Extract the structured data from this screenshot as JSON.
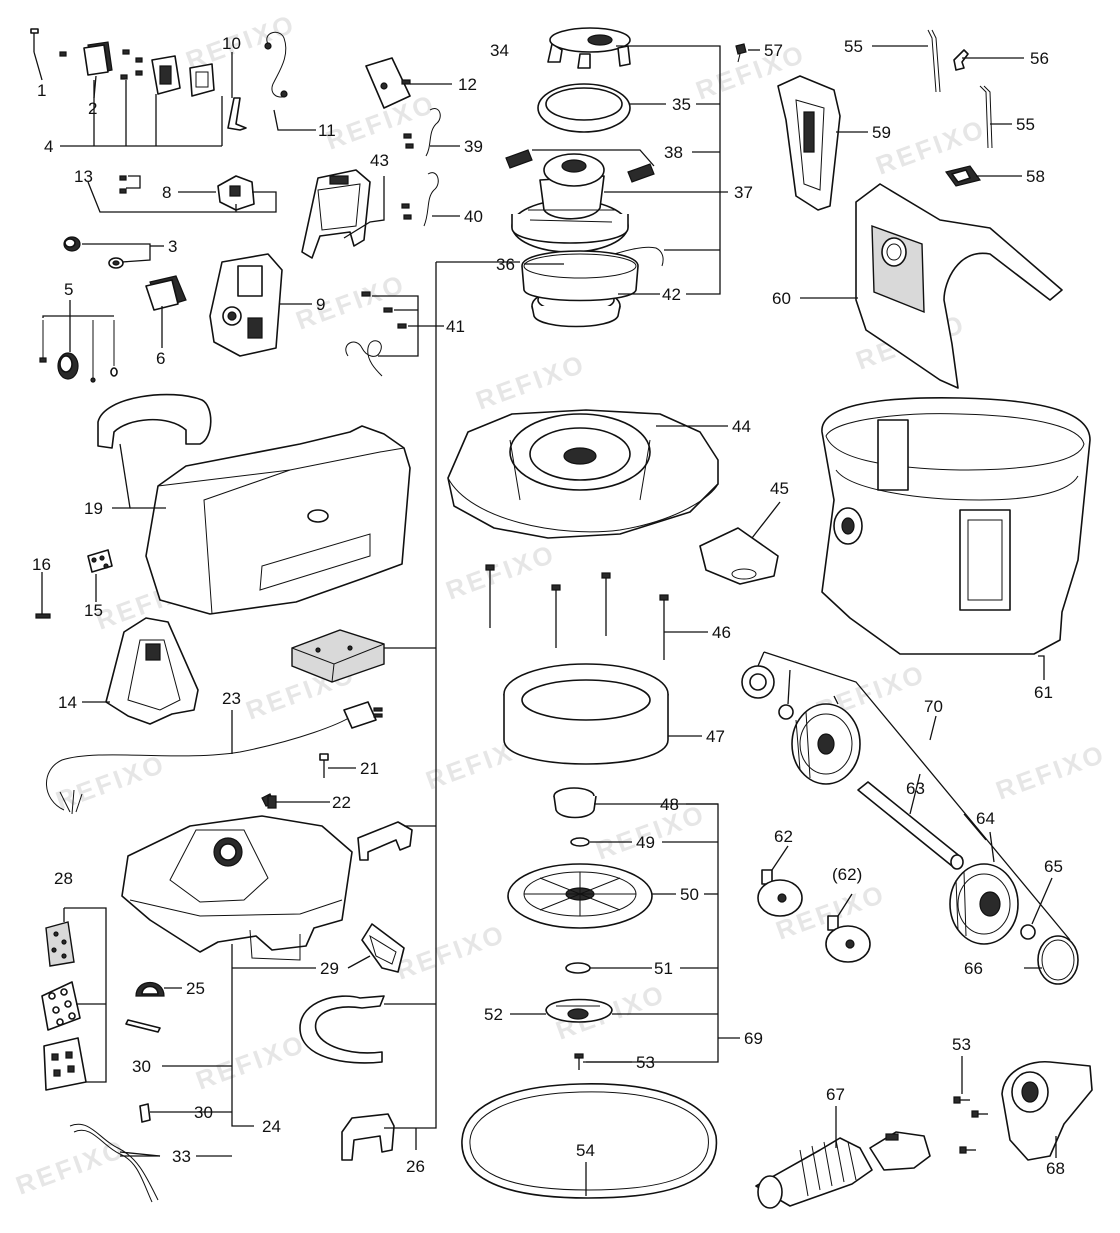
{
  "watermark": "REFIXO",
  "callouts": {
    "c1": "1",
    "c2": "2",
    "c3": "3",
    "c4": "4",
    "c5": "5",
    "c6": "6",
    "c8": "8",
    "c9": "9",
    "c10": "10",
    "c11": "11",
    "c12": "12",
    "c13": "13",
    "c14": "14",
    "c15": "15",
    "c16": "16",
    "c19": "19",
    "c21": "21",
    "c22": "22",
    "c23": "23",
    "c24": "24",
    "c25": "25",
    "c26": "26",
    "c28": "28",
    "c29": "29",
    "c30a": "30",
    "c30b": "30",
    "c33": "33",
    "c34": "34",
    "c35": "35",
    "c36": "36",
    "c37": "37",
    "c38": "38",
    "c39": "39",
    "c40": "40",
    "c41": "41",
    "c42": "42",
    "c43": "43",
    "c44": "44",
    "c45": "45",
    "c46": "46",
    "c47": "47",
    "c48": "48",
    "c49": "49",
    "c50": "50",
    "c51": "51",
    "c52": "52",
    "c53a": "53",
    "c53b": "53",
    "c54": "54",
    "c55a": "55",
    "c55b": "55",
    "c56": "56",
    "c57": "57",
    "c58": "58",
    "c59": "59",
    "c60": "60",
    "c61": "61",
    "c62": "62",
    "c62p": "(62)",
    "c63": "63",
    "c64": "64",
    "c65": "65",
    "c66": "66",
    "c67": "67",
    "c68": "68",
    "c69": "69",
    "c70": "70"
  }
}
